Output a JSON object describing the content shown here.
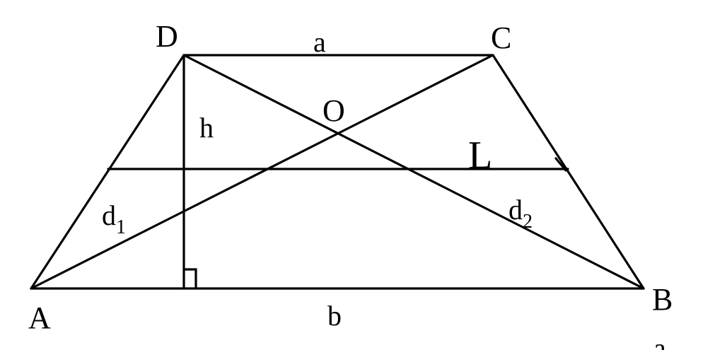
{
  "diagram": {
    "vertices": {
      "A": "A",
      "B": "B",
      "C": "C",
      "D": "D"
    },
    "intersection": "O",
    "labels": {
      "top_base": "a",
      "bottom_base": "b",
      "height": "h",
      "midline": "L",
      "diagonal_1_letter": "d",
      "diagonal_1_index": "1",
      "diagonal_2_letter": "d",
      "diagonal_2_index": "2",
      "cut_off_corner": "a"
    },
    "colors": {
      "stroke": "#000000",
      "background": "#ffffff"
    }
  }
}
